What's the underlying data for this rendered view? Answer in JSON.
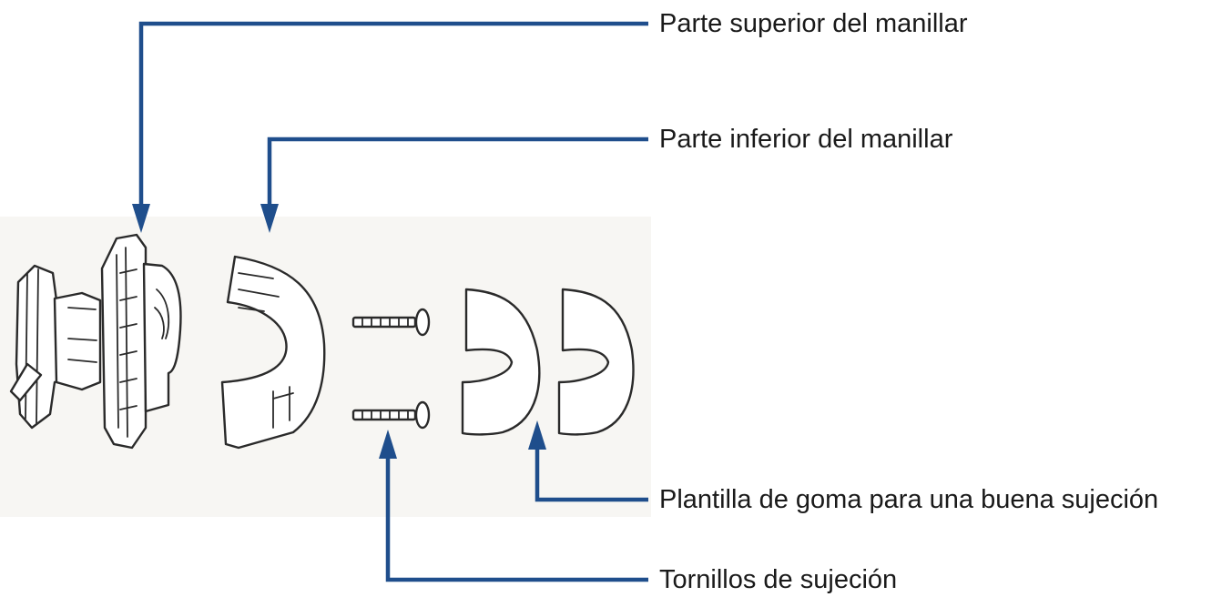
{
  "callouts": {
    "handlebar_top": "Parte superior del manillar",
    "handlebar_bottom": "Parte inferior del manillar",
    "rubber_insert": "Plantilla de goma para una buena sujeción",
    "screws": "Tornillos de sujeción"
  },
  "colors": {
    "leader": "#1f4e8c",
    "line_art": "#2a2a2a",
    "background": "#ffffff",
    "backdrop": "#f7f6f3"
  }
}
